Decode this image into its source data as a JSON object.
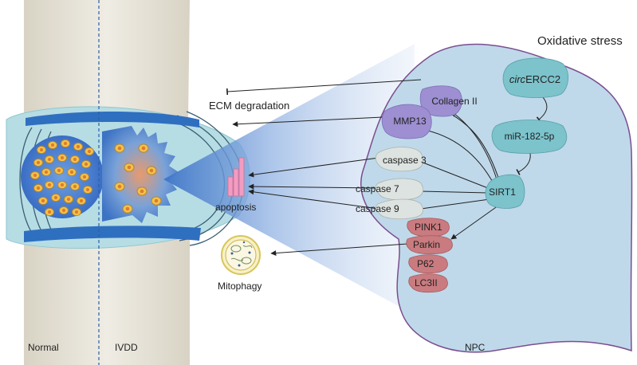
{
  "labels": {
    "normal": "Normal",
    "ivdd": "IVDD",
    "npc": "NPC",
    "oxidative_stress": "Oxidative stress",
    "ecm_degradation": "ECM degradation",
    "apoptosis": "apoptosis",
    "mitophagy": "Mitophagy"
  },
  "molecules": {
    "circ_prefix": "circ",
    "circ_suffix": "ERCC2",
    "mir": "miR-182-5p",
    "sirt1": "SIRT1",
    "collagen": "Collagen II",
    "mmp13": "MMP13",
    "caspase3": "caspase 3",
    "caspase7": "caspase 7",
    "caspase9": "caspase 9",
    "pink1": "PINK1",
    "parkin": "Parkin",
    "p62": "P62",
    "lc3": "LC3II"
  },
  "colors": {
    "cell_fill": "#bfd9ea",
    "cell_border": "#7a4e8f",
    "teal": "#7cc3cc",
    "purple": "#9d8fd1",
    "caspase": "#dde3e0",
    "red": "#c97b7f",
    "disc_blue": "#2f6fc0",
    "disc_light": "#b6dde4",
    "bone": "#e4e0d4",
    "pink_bar": "#f19cc0"
  }
}
